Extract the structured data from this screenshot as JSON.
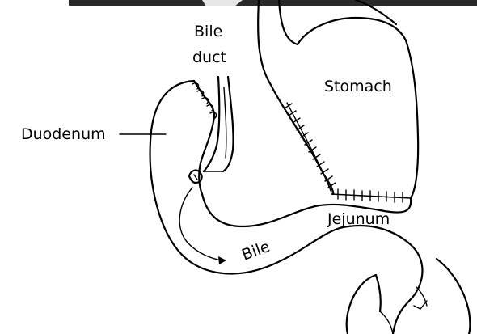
{
  "labels": {
    "bile_duct_line1": "Bile",
    "bile_duct_line2": "duct",
    "stomach": "Stomach",
    "duodenum": "Duodenum",
    "jejunum": "Jejunum",
    "bile": "Bile"
  },
  "colors": {
    "ink": "#000000",
    "background": "#ffffff",
    "top_bar": "#2a2a2a"
  }
}
